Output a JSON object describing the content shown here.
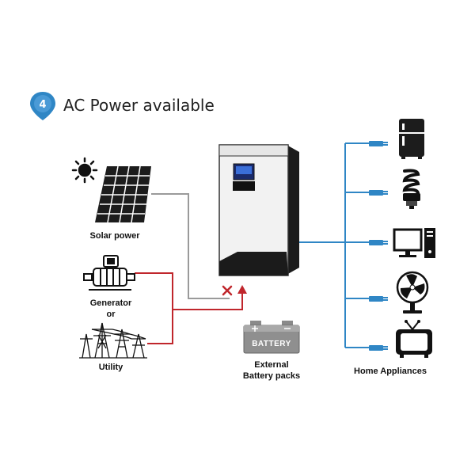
{
  "header": {
    "step_number": "4",
    "title": "AC Power available"
  },
  "sources": {
    "solar_label": "Solar power",
    "generator_label": "Generator",
    "or_label": "or",
    "utility_label": "Utility"
  },
  "battery": {
    "device_text": "BATTERY",
    "label_line1": "External",
    "label_line2": "Battery packs"
  },
  "loads": {
    "label": "Home Appliances"
  },
  "colors": {
    "accent_blue": "#2f86c5",
    "solar_line": "#9a9a9a",
    "ac_line": "#c0262c",
    "badge": "#2f86c5"
  }
}
